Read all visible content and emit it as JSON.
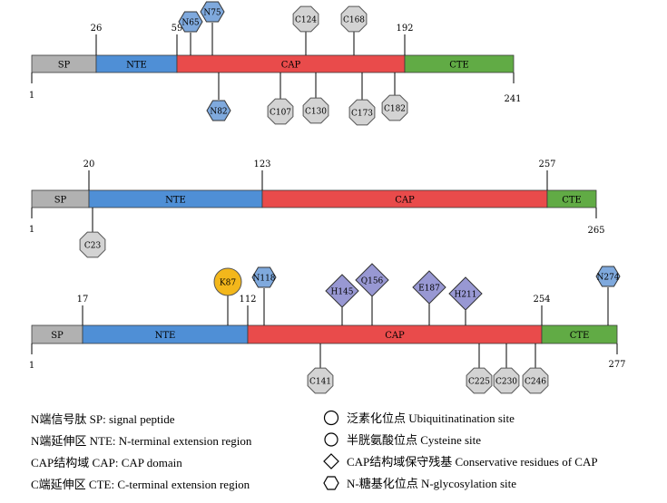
{
  "colors": {
    "SP": "#b1b1b1",
    "NTE": "#4f8fd6",
    "CAP": "#e94b4b",
    "CTE": "#61ab45",
    "cys": "#d3d3d3",
    "glyco": "#7fa9dd",
    "ubiq": "#f3b71b",
    "cons": "#9898d3"
  },
  "proteins": [
    {
      "length_label": "241",
      "start_label": "1",
      "domains": [
        {
          "name": "SP",
          "start": "1",
          "end": "26"
        },
        {
          "name": "NTE",
          "start": "26",
          "end": "59"
        },
        {
          "name": "CAP",
          "start": "59",
          "end": "192"
        },
        {
          "name": "CTE",
          "start": "192",
          "end": "241"
        }
      ],
      "boundary_labels": [
        "26",
        "59",
        "192"
      ],
      "sites": [
        {
          "label": "N65",
          "type": "glyco",
          "side": "up"
        },
        {
          "label": "N75",
          "type": "glyco",
          "side": "up"
        },
        {
          "label": "C124",
          "type": "cys",
          "side": "up"
        },
        {
          "label": "C168",
          "type": "cys",
          "side": "up"
        },
        {
          "label": "N82",
          "type": "glyco",
          "side": "down"
        },
        {
          "label": "C107",
          "type": "cys",
          "side": "down"
        },
        {
          "label": "C130",
          "type": "cys",
          "side": "down"
        },
        {
          "label": "C173",
          "type": "cys",
          "side": "down"
        },
        {
          "label": "C182",
          "type": "cys",
          "side": "down"
        }
      ]
    },
    {
      "length_label": "265",
      "start_label": "1",
      "domains": [
        {
          "name": "SP",
          "start": "1",
          "end": "20"
        },
        {
          "name": "NTE",
          "start": "20",
          "end": "123"
        },
        {
          "name": "CAP",
          "start": "123",
          "end": "257"
        },
        {
          "name": "CTE",
          "start": "257",
          "end": "265"
        }
      ],
      "boundary_labels": [
        "20",
        "123",
        "257"
      ],
      "sites": [
        {
          "label": "C23",
          "type": "cys",
          "side": "down"
        }
      ]
    },
    {
      "length_label": "277",
      "start_label": "1",
      "domains": [
        {
          "name": "SP",
          "start": "1",
          "end": "17"
        },
        {
          "name": "NTE",
          "start": "17",
          "end": "112"
        },
        {
          "name": "CAP",
          "start": "112",
          "end": "254"
        },
        {
          "name": "CTE",
          "start": "254",
          "end": "277"
        }
      ],
      "boundary_labels": [
        "17",
        "112",
        "254"
      ],
      "sites": [
        {
          "label": "K87",
          "type": "ubiq",
          "side": "up"
        },
        {
          "label": "N118",
          "type": "glyco",
          "side": "up"
        },
        {
          "label": "H145",
          "type": "cons",
          "side": "up"
        },
        {
          "label": "Q156",
          "type": "cons",
          "side": "up"
        },
        {
          "label": "E187",
          "type": "cons",
          "side": "up"
        },
        {
          "label": "H211",
          "type": "cons",
          "side": "up"
        },
        {
          "label": "N274",
          "type": "glyco",
          "side": "up"
        },
        {
          "label": "C141",
          "type": "cys",
          "side": "down"
        },
        {
          "label": "C225",
          "type": "cys",
          "side": "down"
        },
        {
          "label": "C230",
          "type": "cys",
          "side": "down"
        },
        {
          "label": "C246",
          "type": "cys",
          "side": "down"
        }
      ]
    }
  ],
  "legend": {
    "domains": [
      "N端信号肽 SP: signal peptide",
      "N端延伸区 NTE: N-terminal extension region",
      "CAP结构域 CAP: CAP domain",
      "C端延伸区 CTE: C-terminal extension region"
    ],
    "symbols": [
      {
        "shape": "circle",
        "text": "泛素化位点 Ubiquitinatination site"
      },
      {
        "shape": "circle",
        "text": "半胱氨酸位点 Cysteine site"
      },
      {
        "shape": "diamond",
        "text": "CAP结构域保守残基 Conservative residues of CAP"
      },
      {
        "shape": "hexagon",
        "text": "N-糖基化位点 N-glycosylation site"
      }
    ]
  }
}
